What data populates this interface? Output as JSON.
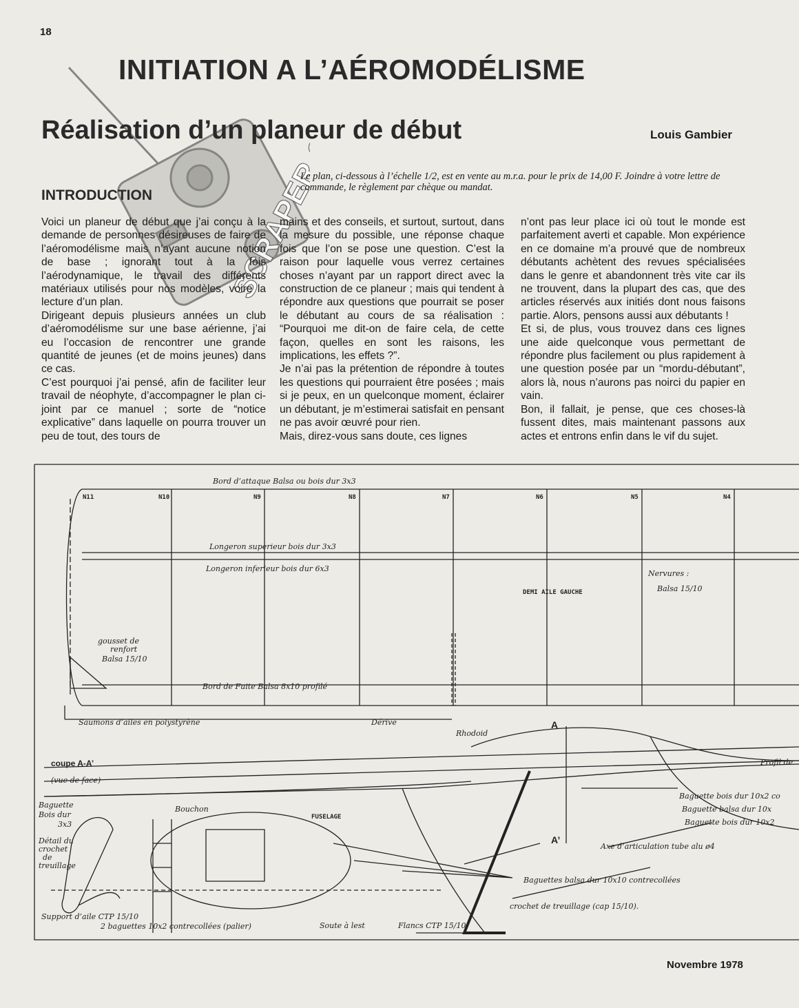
{
  "header": {
    "page_number": "18",
    "title": "INITIATION A L’AÉROMODÉLISME",
    "subtitle": "Réalisation d’un planeur de début",
    "author": "Louis Gambier"
  },
  "intro_note": "Le plan, ci-dessous à l’échelle 1/2, est en vente au m.r.a. pour le prix de 14,00 F. Joindre à votre lettre de commande, le règlement par chèque ou mandat.",
  "section_heading": "INTRODUCTION",
  "columns": {
    "col1": [
      "Voici un planeur de début que j’ai conçu à la demande de personnes désireuses de faire de l’aéromodélisme mais n’ayant aucune notion de base ; ignorant tout à la fois l’aérodynamique, le travail des différents matériaux utilisés pour nos modèles, voire la lecture d’un plan.",
      "Dirigeant depuis plusieurs années un club d’aéromodélisme sur une base aérienne, j’ai eu l’occasion de rencontrer une grande quantité de jeunes (et de moins jeunes) dans ce cas.",
      "C’est pourquoi j’ai pensé, afin de faciliter leur travail de néophyte, d’accompagner le plan ci-joint par ce manuel ; sorte de “notice explicative” dans laquelle on pourra trouver un peu de tout, des tours de"
    ],
    "col2": [
      "mains et des conseils, et surtout, surtout, dans la mesure du possible, une réponse chaque fois que l’on se pose une question. C’est la raison pour laquelle vous verrez certaines choses n’ayant par un rapport direct avec la construction de ce planeur ; mais qui tendent à répondre aux questions que pourrait se poser le débutant au cours de sa réalisation : “Pourquoi me dit-on de faire cela, de cette façon, quelles en sont les raisons, les implications, les effets ?”.",
      "Je n’ai pas la prétention de répondre à toutes les questions qui pourraient être posées ; mais si je peux, en un quelconque moment, éclairer un débutant, je m’estimerai satisfait en pensant ne pas avoir œuvré pour rien.",
      "Mais, direz-vous sans doute, ces lignes"
    ],
    "col3": [
      "n’ont pas leur place ici où tout le monde est parfaitement averti et capable. Mon expérience en ce domaine m’a prouvé que de nombreux débutants achètent des revues spécialisées dans le genre et abandonnent très vite car ils ne trouvent, dans la plupart des cas, que des articles réservés aux initiés dont nous faisons partie. Alors, pensons aussi aux débutants !",
      "Et si, de plus, vous trouvez dans ces lignes une aide quelconque vous permettant de répondre plus facilement ou plus rapidement à une question posée par un “mordu-débutant”, alors là, nous n’aurons pas noirci du papier en vain.",
      "Bon, il fallait, je pense, que ces choses-là fussent dites, mais maintenant passons aux actes et entrons enfin dans le vif du sujet."
    ]
  },
  "plan": {
    "leading_edge": "Bord d’attaque  Balsa ou bois dur 3x3",
    "upper_spar": "Longeron   superieur  bois dur    3x3",
    "lower_spar": "Longeron   inferieur  bois dur    6x3",
    "ribs_label": "Nervures :",
    "ribs_material": "Balsa 15/10",
    "half_wing": "DEMI AILE GAUCHE",
    "gusset_1": "gousset de",
    "gusset_2": "renfort",
    "gusset_3": "Balsa 15/10",
    "trailing_edge": "Bord  de  Fuite  Balsa 8x10  profilé",
    "wingtips": "Saumons d’ailes en polystyrène",
    "fin": "Dérive",
    "rhodoid": "Rhodoid",
    "section_mark": "A",
    "section_mark_lower": "A’",
    "section_title": "coupe A-A’",
    "section_view": "(vue de face)",
    "profile_label": "Profil de",
    "fuselage": "FUSELAGE",
    "plug": "Bouchon",
    "rod_1": "Baguette",
    "rod_2": "Bois dur",
    "rod_3": "3x3",
    "hook_detail_1": "Détail du",
    "hook_detail_2": "crochet",
    "hook_detail_3": "de",
    "hook_detail_4": "treuillage",
    "hard_rod_1": "Baguette bois dur 10x2 co",
    "hard_rod_2": "Baguette balsa dur 10x",
    "hard_rod_3": "Baguette bois dur 10x2",
    "pivot_axis": "Axe d’articulation tube alu ø4",
    "balsa_rods": "Baguettes balsa dur 10x10 contrecollées",
    "tow_hook": "crochet de treuillage (cap 15/10).",
    "wing_support": "Support d’aile CTP 15/10",
    "two_rods": "2 baguettes 10x2 contrecollées (palier)",
    "ballast": "Soute à lest",
    "flanks": "Flancs CTP 15/10",
    "rib_labels": [
      "N11",
      "N10",
      "N9",
      "N8",
      "N7",
      "N6",
      "N5",
      "N4"
    ]
  },
  "watermark": "SCRAPER.COM",
  "footer": {
    "date": "Novembre 1978"
  }
}
